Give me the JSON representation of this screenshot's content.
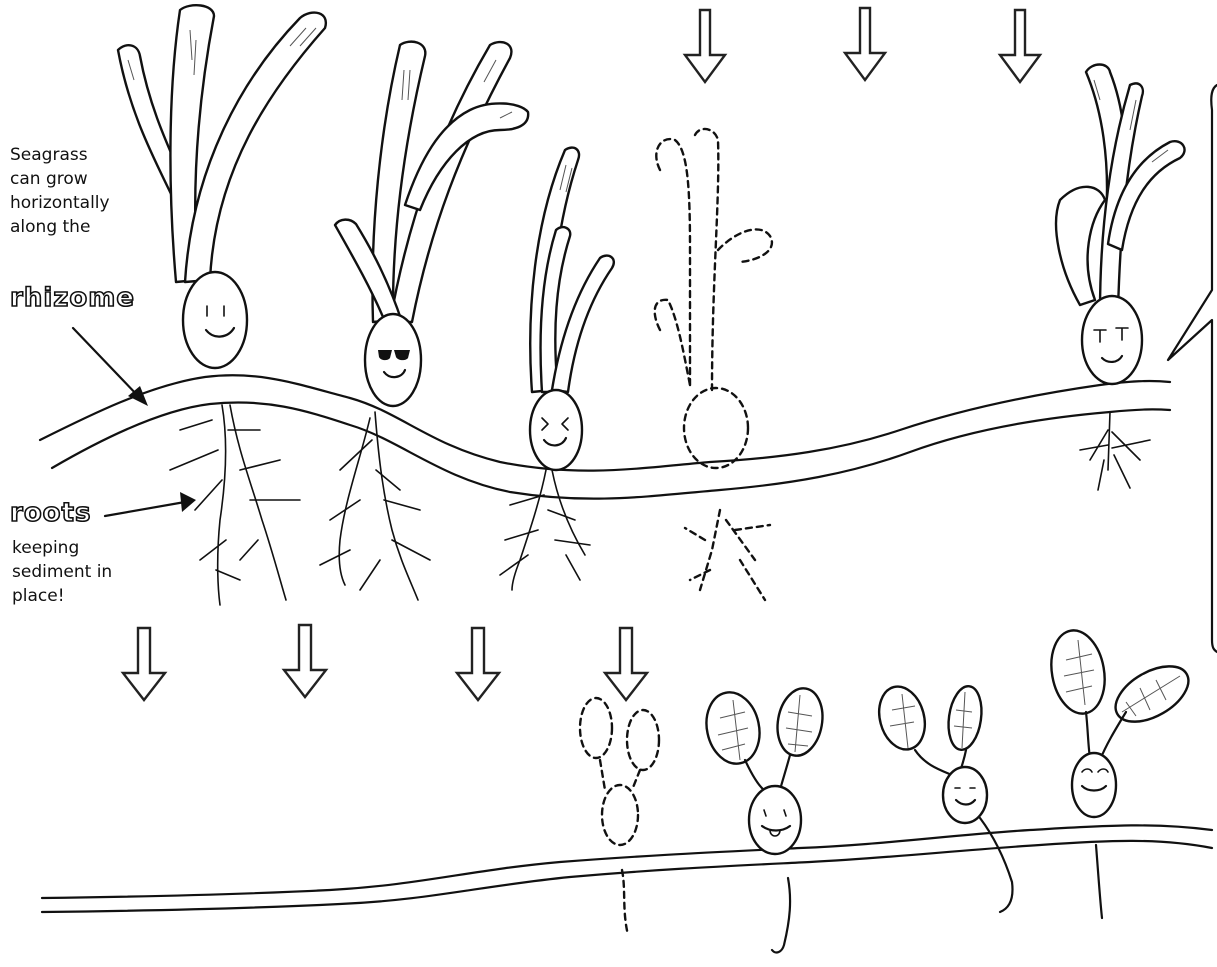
{
  "labels": {
    "seagrass_text": [
      "Seagrass",
      "can grow",
      "horizontally",
      "along the"
    ],
    "rhizome_word": "rhizome",
    "roots_word": "roots",
    "roots_text": [
      "keeping",
      "sediment in",
      "place!"
    ]
  },
  "icons": {
    "down_arrow": "down-arrow-icon",
    "faces": [
      "smile-face",
      "sunglasses-face",
      "wink-face",
      "content-face",
      "tongue-face",
      "smile-face",
      "happy-face"
    ]
  }
}
